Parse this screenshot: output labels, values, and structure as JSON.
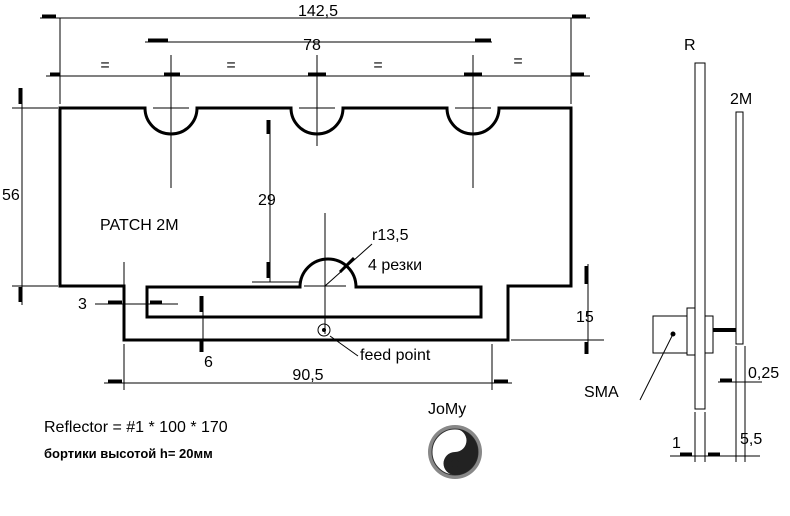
{
  "dimensions": {
    "overall_width": "142,5",
    "hole_spacing": "78",
    "equal_sign": "=",
    "height": "56",
    "slot_depth": "29",
    "radius": "r13,5",
    "cuts": "4 резки",
    "left_gap": "3",
    "slot_width": "6",
    "tab_height": "15",
    "bottom_width": "90,5"
  },
  "labels": {
    "patch": "PATCH  2M",
    "feed_point": "feed point",
    "reflector_label": "R",
    "patch_side_label": "2M",
    "connector": "SMA",
    "gap": "0,25",
    "reflector_thickness": "1",
    "spacing": "5,5"
  },
  "notes": {
    "reflector": "Reflector = #1 * 100 * 170",
    "rims": "бортики высотой h= 20мм"
  },
  "logo": {
    "text": "JoMy"
  }
}
